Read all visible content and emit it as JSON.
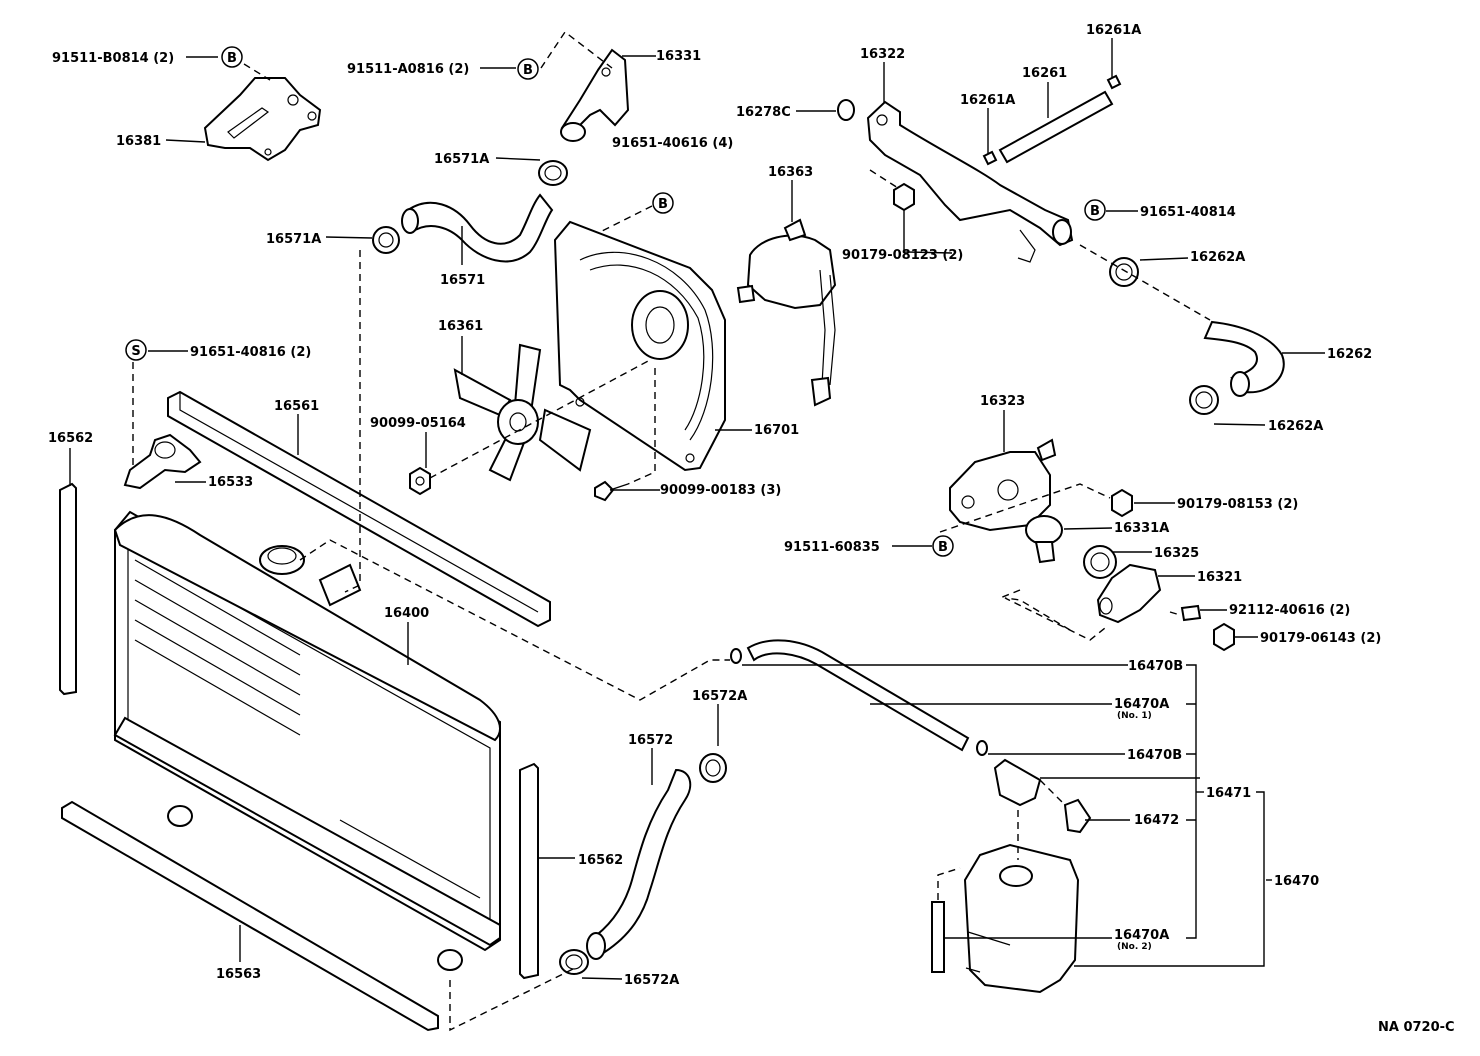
{
  "diagram_code": "NA 0720-C",
  "callout_marks": {
    "b": "B",
    "s": "S"
  },
  "labels": [
    {
      "id": "l01",
      "text": "91511-B0814 (2)"
    },
    {
      "id": "l02",
      "text": "16381"
    },
    {
      "id": "l03",
      "text": "91511-A0816 (2)"
    },
    {
      "id": "l04",
      "text": "16331"
    },
    {
      "id": "l05",
      "text": "16571A"
    },
    {
      "id": "l06",
      "text": "91651-40616 (4)"
    },
    {
      "id": "l07",
      "text": "16571A"
    },
    {
      "id": "l08",
      "text": "16571"
    },
    {
      "id": "l09",
      "text": "16363"
    },
    {
      "id": "l10",
      "text": "16322"
    },
    {
      "id": "l11",
      "text": "16261A"
    },
    {
      "id": "l12",
      "text": "16261"
    },
    {
      "id": "l13",
      "text": "16278C"
    },
    {
      "id": "l14",
      "text": "16261A"
    },
    {
      "id": "l15",
      "text": "91651-40814"
    },
    {
      "id": "l16",
      "text": "90179-08123 (2)"
    },
    {
      "id": "l17",
      "text": "16262A"
    },
    {
      "id": "l18",
      "text": "16262"
    },
    {
      "id": "l19",
      "text": "16262A"
    },
    {
      "id": "l20",
      "text": "91651-40816 (2)"
    },
    {
      "id": "l21",
      "text": "16361"
    },
    {
      "id": "l22",
      "text": "16561"
    },
    {
      "id": "l23",
      "text": "16562"
    },
    {
      "id": "l24",
      "text": "90099-05164"
    },
    {
      "id": "l25",
      "text": "16701"
    },
    {
      "id": "l26",
      "text": "16533"
    },
    {
      "id": "l27",
      "text": "16323"
    },
    {
      "id": "l28",
      "text": "90099-00183 (3)"
    },
    {
      "id": "l29",
      "text": "90179-08153 (2)"
    },
    {
      "id": "l30",
      "text": "16331A"
    },
    {
      "id": "l31",
      "text": "91511-60835"
    },
    {
      "id": "l32",
      "text": "16325"
    },
    {
      "id": "l33",
      "text": "16321"
    },
    {
      "id": "l34",
      "text": "92112-40616 (2)"
    },
    {
      "id": "l35",
      "text": "90179-06143 (2)"
    },
    {
      "id": "l36",
      "text": "16400"
    },
    {
      "id": "l37",
      "text": "16470B"
    },
    {
      "id": "l38",
      "text": "16572A"
    },
    {
      "id": "l39",
      "text": "16470A"
    },
    {
      "id": "l40",
      "text": "(No. 1)"
    },
    {
      "id": "l41",
      "text": "16572"
    },
    {
      "id": "l42",
      "text": "16470B"
    },
    {
      "id": "l43",
      "text": "16471"
    },
    {
      "id": "l44",
      "text": "16472"
    },
    {
      "id": "l45",
      "text": "16562"
    },
    {
      "id": "l46",
      "text": "16470"
    },
    {
      "id": "l47",
      "text": "16470A"
    },
    {
      "id": "l48",
      "text": "(No. 2)"
    },
    {
      "id": "l49",
      "text": "16563"
    },
    {
      "id": "l50",
      "text": "16572A"
    }
  ]
}
